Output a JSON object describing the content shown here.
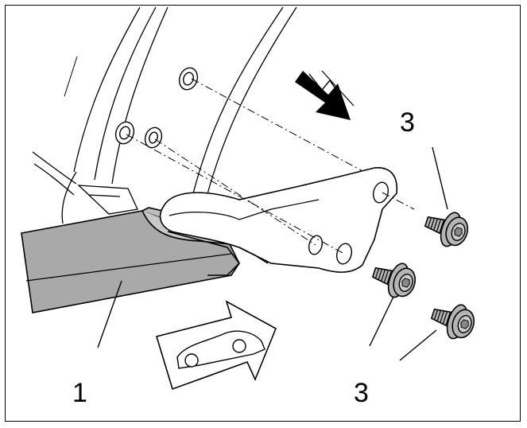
{
  "figure": {
    "callouts": [
      {
        "id": "label-1",
        "text": "1"
      },
      {
        "id": "label-3-top",
        "text": "3"
      },
      {
        "id": "label-3-bottom",
        "text": "3"
      }
    ],
    "colors": {
      "line": "#000000",
      "background": "#ffffff",
      "component_fill": "#a9a9a9",
      "bolt_fill": "#b5b5b5"
    },
    "icons": [
      "direction-arrow-icon",
      "vehicle-forward-icon",
      "bolt-icon"
    ]
  }
}
